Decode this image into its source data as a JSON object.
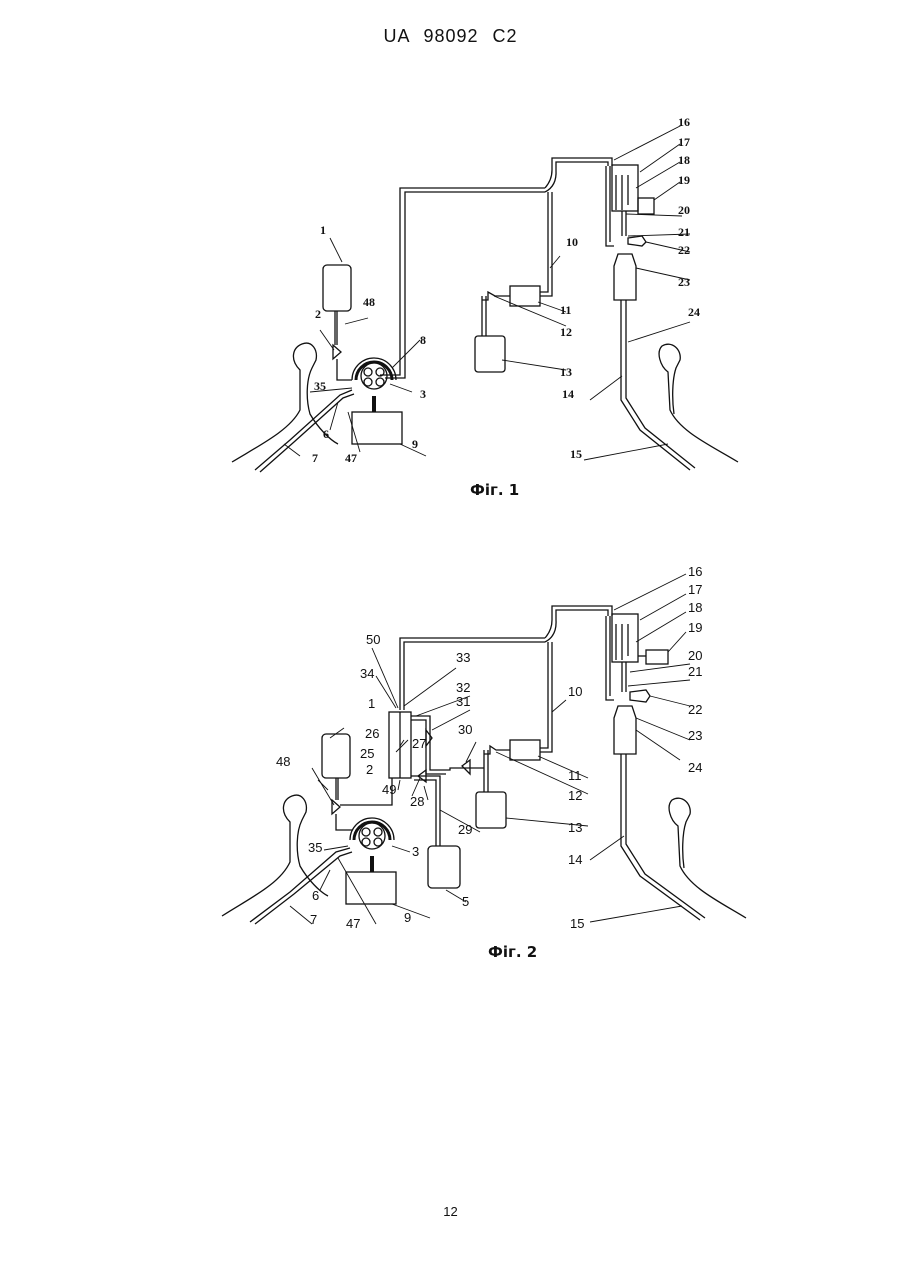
{
  "header": {
    "text": "UA   98092   C2"
  },
  "page_number": "12",
  "fig1": {
    "caption": "Фіг. 1",
    "labels": {
      "l1": "1",
      "l2": "2",
      "l3": "3",
      "l6": "6",
      "l7": "7",
      "l8": "8",
      "l9": "9",
      "l10": "10",
      "l11": "11",
      "l12": "12",
      "l13": "13",
      "l14": "14",
      "l15": "15",
      "l16": "16",
      "l17": "17",
      "l18": "18",
      "l19": "19",
      "l20": "20",
      "l21": "21",
      "l22": "22",
      "l23": "23",
      "l24": "24",
      "l35": "35",
      "l47": "47",
      "l48": "48"
    }
  },
  "fig2": {
    "caption": "Фіг. 2",
    "labels": {
      "l1": "1",
      "l2": "2",
      "l3": "3",
      "l5": "5",
      "l6": "6",
      "l7": "7",
      "l9": "9",
      "l10": "10",
      "l11": "11",
      "l12": "12",
      "l13": "13",
      "l14": "14",
      "l15": "15",
      "l16": "16",
      "l17": "17",
      "l18": "18",
      "l19": "19",
      "l20": "20",
      "l21": "21",
      "l22": "22",
      "l23": "23",
      "l24": "24",
      "l25": "25",
      "l26": "26",
      "l27": "27",
      "l28": "28",
      "l29": "29",
      "l30": "30",
      "l31": "31",
      "l32": "32",
      "l33": "33",
      "l34": "34",
      "l35": "35",
      "l47": "47",
      "l48": "48",
      "l49": "49",
      "l50": "50"
    }
  }
}
